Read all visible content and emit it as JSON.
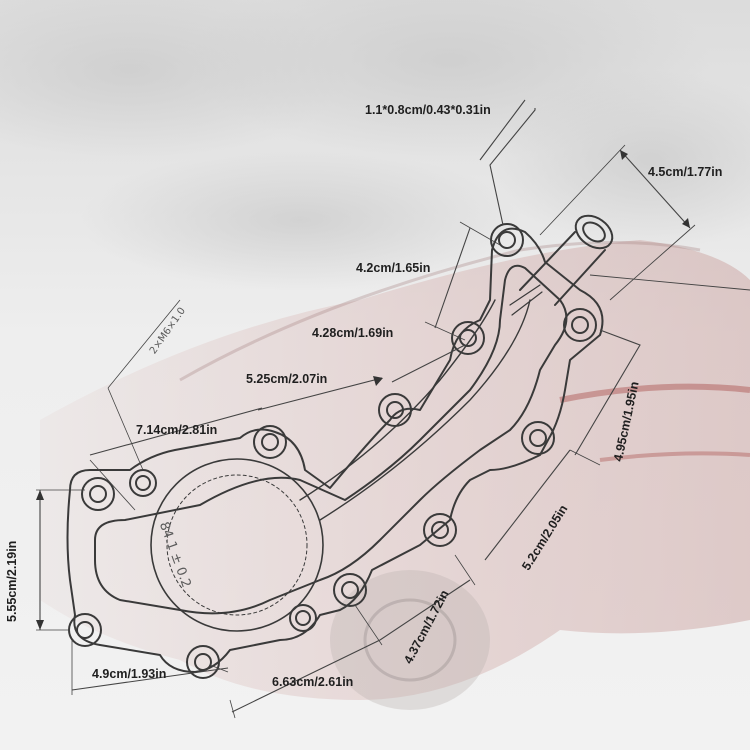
{
  "colors": {
    "line": "#3a3a3a",
    "accent_car": "#9b2a28",
    "background": "#ececec"
  },
  "dimensions": {
    "inlet": "1.1*0.8cm/0.43*0.31in",
    "top_width": "4.5cm/1.77in",
    "upper_arm": "4.2cm/1.65in",
    "mid_arm": "4.28cm/1.69in",
    "arm_span": "5.25cm/2.07in",
    "long_span": "7.14cm/2.81in",
    "left_height": "5.55cm/2.19in",
    "bottom_left": "4.9cm/1.93in",
    "bottom_mid": "6.63cm/2.61in",
    "bottom_right": "4.37cm/1.72in",
    "right_lower": "5.2cm/2.05in",
    "right_upper": "4.95cm/1.95in"
  },
  "notes": {
    "hole_spec": "2×M6×1.0",
    "bore_spec": "84.1 ± 0.2"
  }
}
